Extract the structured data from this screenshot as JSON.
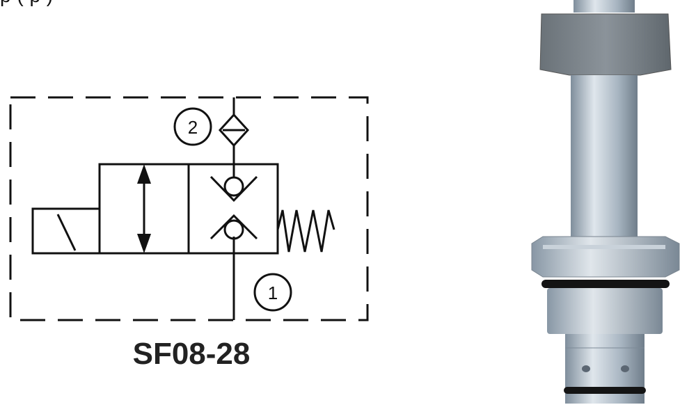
{
  "header": {
    "text": "p                    (           p    )"
  },
  "diagram": {
    "model": "SF08-28",
    "ports": {
      "top": "2",
      "bottom": "1"
    }
  },
  "colors": {
    "line": "#111111",
    "valve_body": "#9aa7b4",
    "valve_highlight": "#dbe2e8",
    "hex_nut": "#7d858c",
    "oring": "#141414"
  }
}
